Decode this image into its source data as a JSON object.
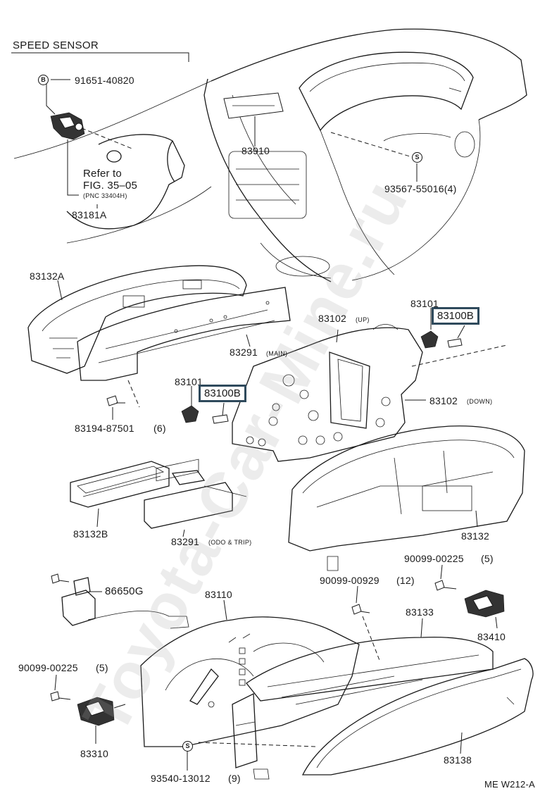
{
  "section_title": "SPEED SENSOR",
  "watermark": "Toyota-Car-Mine.ru",
  "footer_code": "ME W212-A",
  "symbols": {
    "bolt_b": "B",
    "screw_s": "S"
  },
  "refer_note": {
    "line1": "Refer to",
    "line2": "FIG. 35–05",
    "line3": "(PNC 33404H)"
  },
  "parts": {
    "p91651": "91651-40820",
    "p83910": "83910",
    "p93567": "93567-55016(4)",
    "p83181A": "83181A",
    "p83132A": "83132A",
    "p83291_main": "83291",
    "p83291_main_note": "(MAIN)",
    "p83102_up": "83102",
    "p83102_up_note": "(UP)",
    "p83101_right": "83101",
    "p83100B_right": "83100B",
    "p83101_left": "83101",
    "p83100B_left": "83100B",
    "p83102_down": "83102",
    "p83102_down_note": "(DOWN)",
    "p83194": "83194-87501",
    "p83194_qty": "(6)",
    "p83132B": "83132B",
    "p83291_odo": "83291",
    "p83291_odo_note": "(ODO & TRIP)",
    "p83132": "83132",
    "p90099_225_right": "90099-00225",
    "p90099_225_right_qty": "(5)",
    "p86650G": "86650G",
    "p83110": "83110",
    "p90099_929": "90099-00929",
    "p90099_929_qty": "(12)",
    "p83133": "83133",
    "p83410": "83410",
    "p90099_225_left": "90099-00225",
    "p90099_225_left_qty": "(5)",
    "p83310": "83310",
    "p93540": "93540-13012",
    "p93540_qty": "(9)",
    "p83138": "83138"
  }
}
